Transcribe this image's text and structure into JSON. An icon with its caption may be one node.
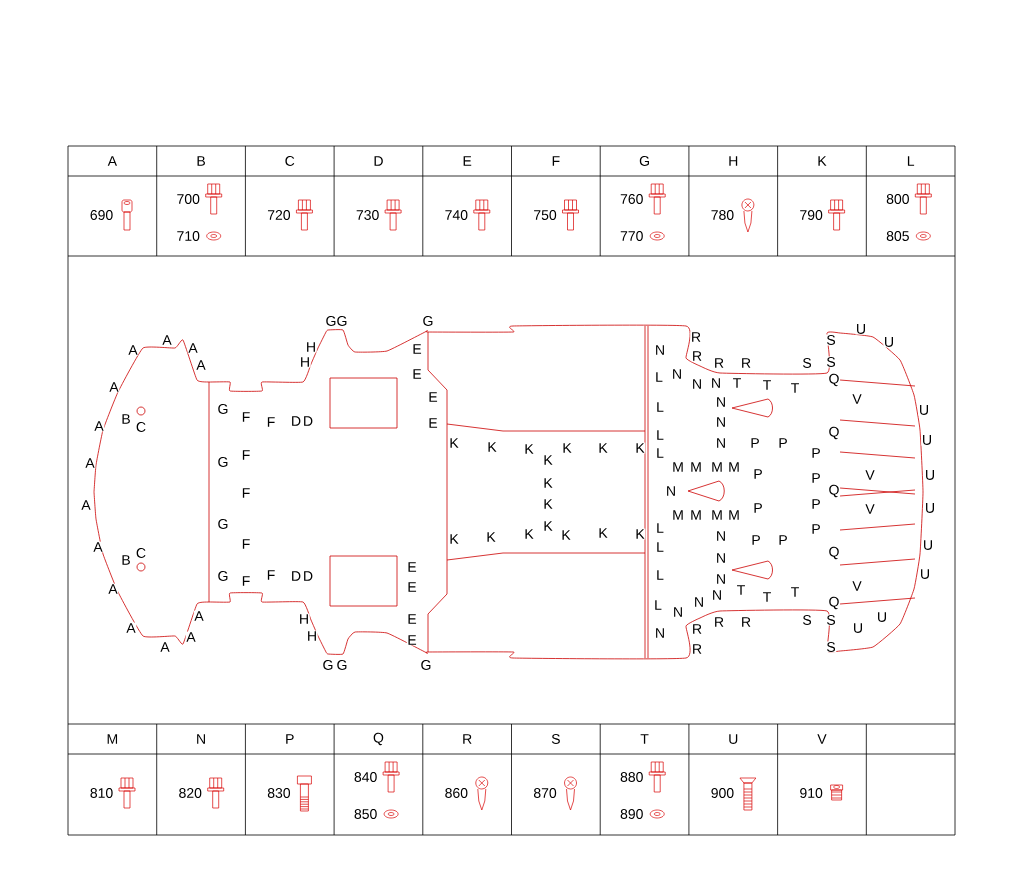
{
  "diagram": {
    "labels": [
      "A",
      "B",
      "C",
      "D",
      "E",
      "F",
      "G",
      "H",
      "K",
      "L",
      "690",
      "700",
      "710",
      "720",
      "730",
      "740",
      "750",
      "760",
      "770",
      "780",
      "790",
      "800",
      "805",
      "A",
      "A",
      "A",
      "A",
      "A",
      "A",
      "A",
      "A",
      "A",
      "A",
      "A",
      "A",
      "A",
      "A",
      "B",
      "C",
      "B",
      "C",
      "G",
      "G",
      "G",
      "G",
      "F",
      "F",
      "D",
      "D",
      "F",
      "F",
      "F",
      "F",
      "F",
      "D",
      "D",
      "H",
      "H",
      "H",
      "H",
      "G",
      "G",
      "G",
      "G",
      "G",
      "E",
      "E",
      "E",
      "E",
      "K",
      "K",
      "K",
      "K",
      "K",
      "K",
      "K",
      "K",
      "K",
      "K",
      "K",
      "K",
      "K",
      "K",
      "K",
      "K",
      "E",
      "E",
      "E",
      "E",
      "G",
      "N",
      "L",
      "L",
      "L",
      "L",
      "L",
      "L",
      "L",
      "L",
      "N",
      "R",
      "R",
      "N",
      "N",
      "R",
      "R",
      "N",
      "T",
      "T",
      "T",
      "S",
      "S",
      "S",
      "Q",
      "N",
      "N",
      "N",
      "P",
      "P",
      "Q",
      "P",
      "M",
      "M",
      "M",
      "M",
      "P",
      "P",
      "N",
      "Q",
      "P",
      "P",
      "M",
      "M",
      "M",
      "M",
      "N",
      "P",
      "P",
      "P",
      "N",
      "Q",
      "N",
      "N",
      "T",
      "T",
      "T",
      "N",
      "N",
      "Q",
      "S",
      "S",
      "R",
      "R",
      "R",
      "R",
      "S",
      "V",
      "V",
      "V",
      "V",
      "U",
      "U",
      "U",
      "U",
      "U",
      "U",
      "U",
      "U",
      "U",
      "U",
      "M",
      "N",
      "P",
      "Q",
      "R",
      "S",
      "T",
      "U",
      "V",
      "810",
      "820",
      "830",
      "840",
      "850",
      "860",
      "870",
      "880",
      "890",
      "900",
      "910"
    ]
  }
}
